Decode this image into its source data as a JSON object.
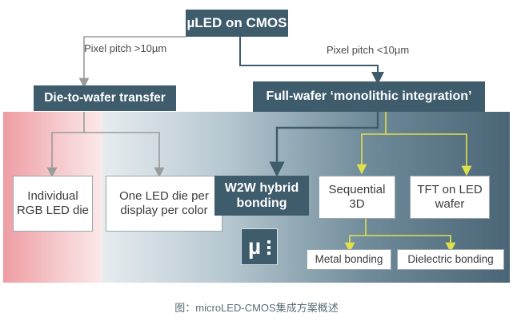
{
  "top_box": "µLED on CMOS",
  "branch_left": {
    "label": "Pixel pitch >10µm",
    "title": "Die-to-wafer transfer",
    "options": [
      "Individual RGB LED die",
      "One LED die per display per color"
    ]
  },
  "branch_right": {
    "label": "Pixel pitch <10µm",
    "title": "Full-wafer ‘monolithic integration’",
    "options": [
      "W2W hybrid bonding",
      "Sequential 3D",
      "TFT on LED wafer"
    ],
    "sequential_sub": [
      "Metal bonding",
      "Dielectric bonding"
    ]
  },
  "logo_text": "µ",
  "caption": "图：microLED-CMOS集成方案概述",
  "colors": {
    "dark_box": "#3e5c6c",
    "gray_arrow": "#9b9b9b",
    "yellow_arrow": "#dfe04a",
    "pink_bg": "#ee9da3"
  }
}
